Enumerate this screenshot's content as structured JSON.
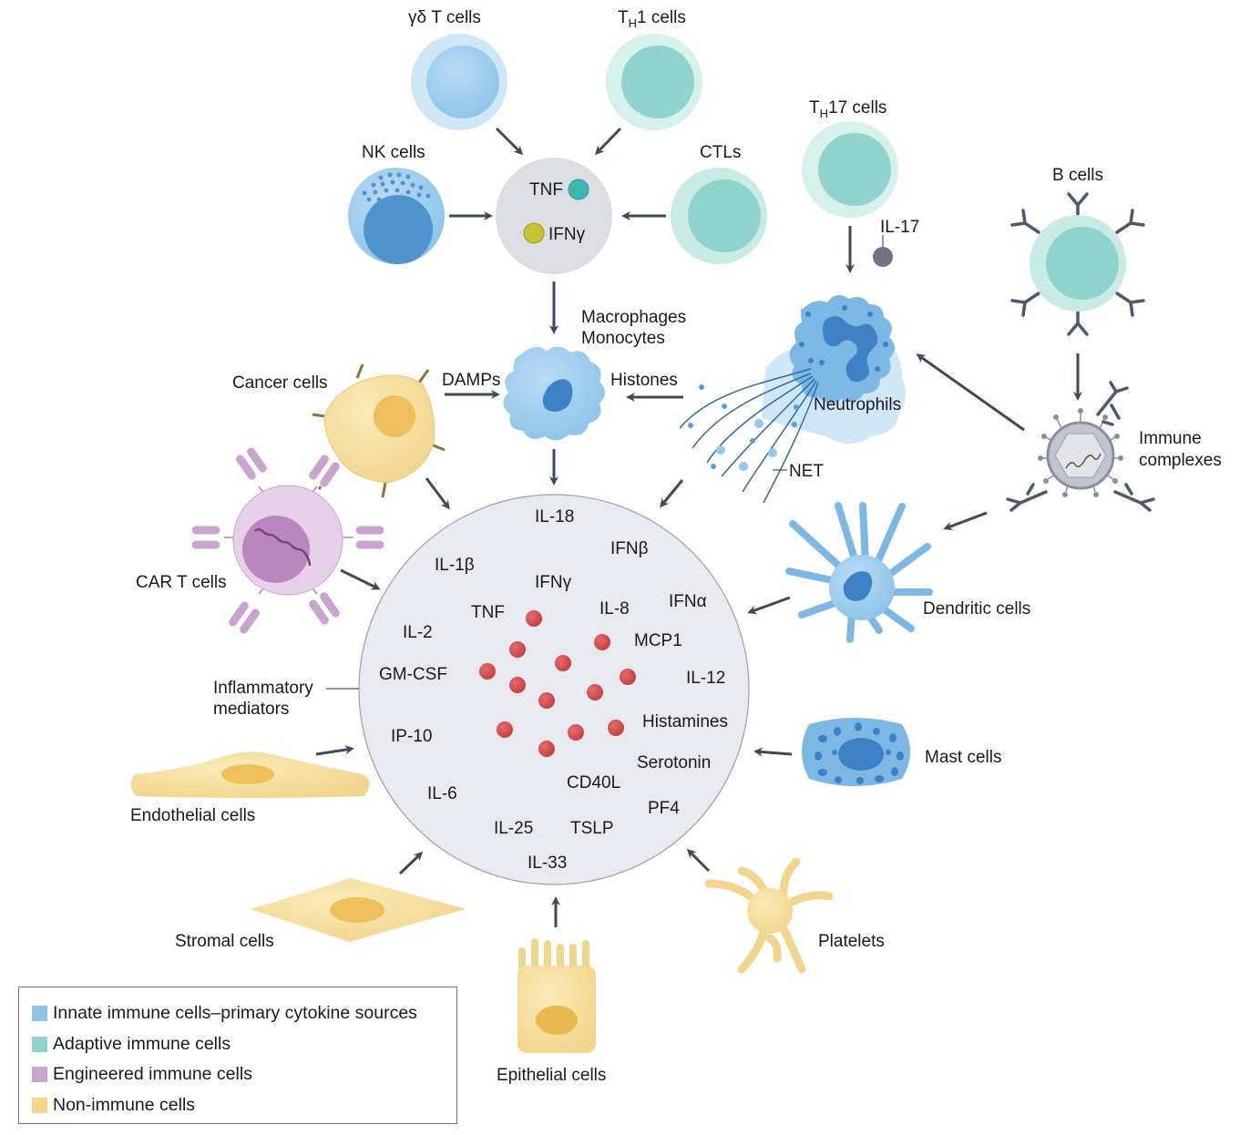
{
  "diagram": {
    "central_hub": {
      "label": "Inflammatory mediators",
      "label_line1": "Inflammatory",
      "label_line2": "mediators",
      "mediators": [
        "IL-18",
        "IFNβ",
        "IL-1β",
        "IFNγ",
        "IFNα",
        "TNF",
        "IL-8",
        "IL-2",
        "MCP1",
        "GM-CSF",
        "IL-12",
        "Histamines",
        "IP-10",
        "Serotonin",
        "CD40L",
        "IL-6",
        "PF4",
        "IL-25",
        "TSLP",
        "IL-33"
      ]
    },
    "upstream_hub": {
      "mediators": [
        "TNF",
        "IFNγ"
      ]
    },
    "cells": {
      "gd_t": "γδ T cells",
      "th1_main": "T",
      "th1_sub": "H",
      "th1_tail": "1 cells",
      "nk": "NK cells",
      "ctl": "CTLs",
      "th17_main": "T",
      "th17_sub": "H",
      "th17_tail": "17 cells",
      "il17": "IL-17",
      "b": "B cells",
      "macro_line1": "Macrophages",
      "macro_line2": "Monocytes",
      "cancer": "Cancer cells",
      "damps": "DAMPs",
      "histones": "Histones",
      "neutrophils": "Neutrophils",
      "net": "NET",
      "immune_complex_line1": "Immune",
      "immune_complex_line2": "complexes",
      "dendritic": "Dendritic cells",
      "car_t": "CAR T cells",
      "mast": "Mast cells",
      "endothelial": "Endothelial cells",
      "stromal": "Stromal cells",
      "epithelial": "Epithelial cells",
      "platelets": "Platelets"
    },
    "colors": {
      "innate": "#8cc4ea",
      "adaptive": "#8fd3cc",
      "engineered": "#c9a4cf",
      "non_immune": "#f1d58c",
      "mediator_dot": "#d24b4b",
      "hub_fill": "#e9eaef",
      "arrow": "#3d4a5c"
    }
  },
  "legend": {
    "items": [
      {
        "label": "Innate immune cells–primary cytokine sources",
        "color": "#8cc4ea"
      },
      {
        "label": "Adaptive immune cells",
        "color": "#8fd3cc"
      },
      {
        "label": "Engineered immune cells",
        "color": "#c9a4cf"
      },
      {
        "label": "Non-immune cells",
        "color": "#f1d58c"
      }
    ]
  }
}
